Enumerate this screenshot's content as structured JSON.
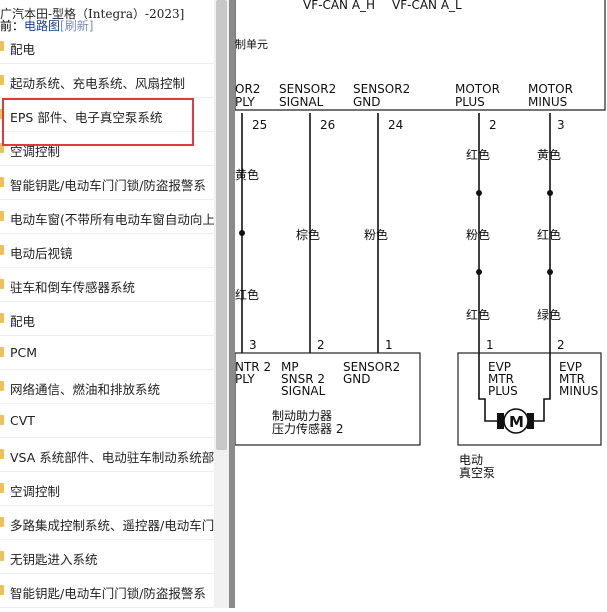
{
  "header": {
    "title": "广汽本田-型格（Integra）-2023]",
    "prefix": "前：",
    "current": "电路图",
    "refresh": "[刷新]"
  },
  "nav": {
    "items": [
      {
        "label": "配电"
      },
      {
        "label": "起动系统、充电系统、风扇控制"
      },
      {
        "label": "EPS 部件、电子真空泵系统"
      },
      {
        "label": "空调控制"
      },
      {
        "label": "智能钥匙/电动车门门锁/防盗报警系"
      },
      {
        "label": "电动车窗(不带所有电动车窗自动向上"
      },
      {
        "label": "电动后视镜"
      },
      {
        "label": "驻车和倒车传感器系统"
      },
      {
        "label": "配电"
      },
      {
        "label": "PCM"
      },
      {
        "label": "网络通信、燃油和排放系统"
      },
      {
        "label": "CVT"
      },
      {
        "label": "VSA 系统部件、电动驻车制动系统部"
      },
      {
        "label": "空调控制"
      },
      {
        "label": "多路集成控制系统、遥控器/电动车门"
      },
      {
        "label": "无钥匙进入系统"
      },
      {
        "label": "智能钥匙/电动车门门锁/防盗报警系"
      }
    ],
    "highlighted_index": 2
  },
  "diagram": {
    "top_labels": [
      "VF-CAN A_H",
      "VF-CAN A_L"
    ],
    "unit_label": "制单元",
    "pins_top": [
      {
        "l1": "OR2",
        "l2": "PLY",
        "pin": "25",
        "color": "黄色",
        "color2": "红色"
      },
      {
        "l1": "SENSOR2",
        "l2": "SIGNAL",
        "pin": "26",
        "color": "棕色"
      },
      {
        "l1": "SENSOR2",
        "l2": "GND",
        "pin": "24",
        "color": "粉色"
      },
      {
        "l1": "MOTOR",
        "l2": "PLUS",
        "pin": "2",
        "color_a": "红色",
        "color_b": "粉色",
        "color_c": "红色"
      },
      {
        "l1": "MOTOR",
        "l2": "MINUS",
        "pin": "3",
        "color_a": "黄色",
        "color_b": "红色",
        "color_c": "绿色"
      }
    ],
    "pins_bottom": [
      {
        "pin": "3",
        "l1": "NTR 2",
        "l2": "PLY"
      },
      {
        "pin": "2",
        "l1": "MP",
        "l2": "SNSR 2",
        "l3": "SIGNAL"
      },
      {
        "pin": "1",
        "l1": "SENSOR2",
        "l2": "GND"
      },
      {
        "pin": "1",
        "l1": "EVP",
        "l2": "MTR",
        "l3": "PLUS"
      },
      {
        "pin": "2",
        "l1": "EVP",
        "l2": "MTR",
        "l3": "MINUS"
      }
    ],
    "sensor_name_1": "制动助力器",
    "sensor_name_2": "压力传感器 2",
    "motor_symbol": "M",
    "pump_name_1": "电动",
    "pump_name_2": "真空泵"
  }
}
